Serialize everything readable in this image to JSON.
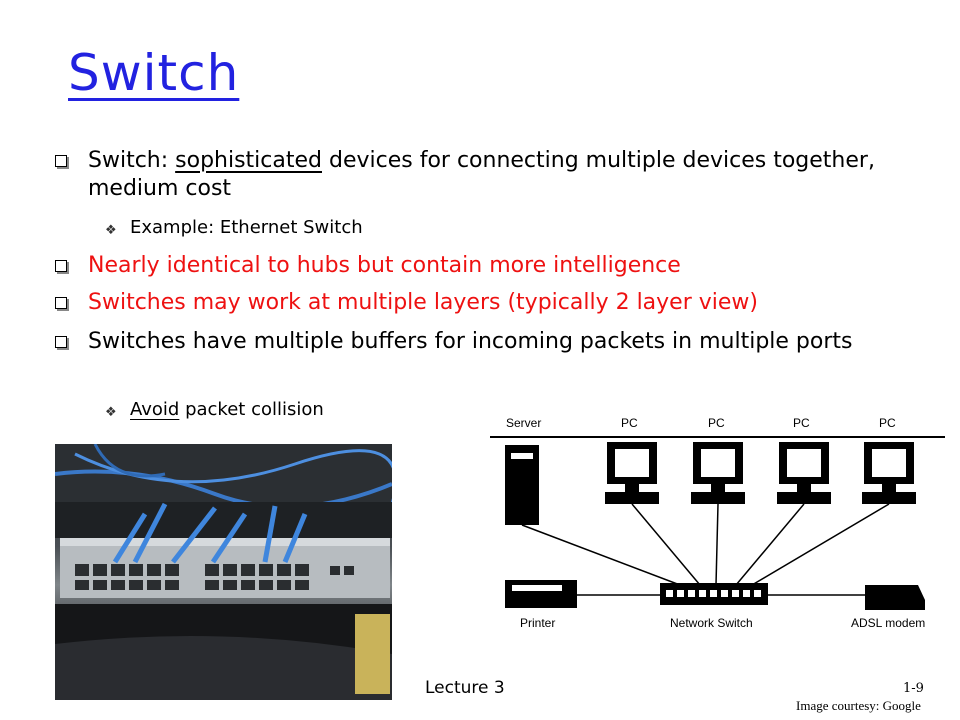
{
  "slide": {
    "title": "Switch",
    "bullets": [
      {
        "pre": "Switch: ",
        "underlined": "sophisticated",
        "post": " devices for connecting multiple devices together, medium cost"
      },
      {
        "text": "Nearly identical to hubs but contain more intelligence",
        "color": "#ee1111"
      },
      {
        "text": "Switches may work at multiple layers (typically 2 layer view)",
        "color": "#ee1111"
      },
      {
        "text": "Switches have multiple buffers for incoming packets in multiple ports"
      }
    ],
    "sub_bullets": [
      {
        "text": "Example: Ethernet Switch"
      },
      {
        "underlined": "Avoid",
        "post": " packet collision"
      }
    ]
  },
  "diagram": {
    "labels": {
      "server": "Server",
      "pc1": "PC",
      "pc2": "PC",
      "pc3": "PC",
      "pc4": "PC",
      "printer": "Printer",
      "switch": "Network Switch",
      "modem": "ADSL modem"
    }
  },
  "footer": {
    "lecture": "Lecture 3",
    "page": "1-9",
    "courtesy": "Image courtesy: Google"
  },
  "colors": {
    "title": "#2222e0",
    "highlight": "#ee1111"
  }
}
